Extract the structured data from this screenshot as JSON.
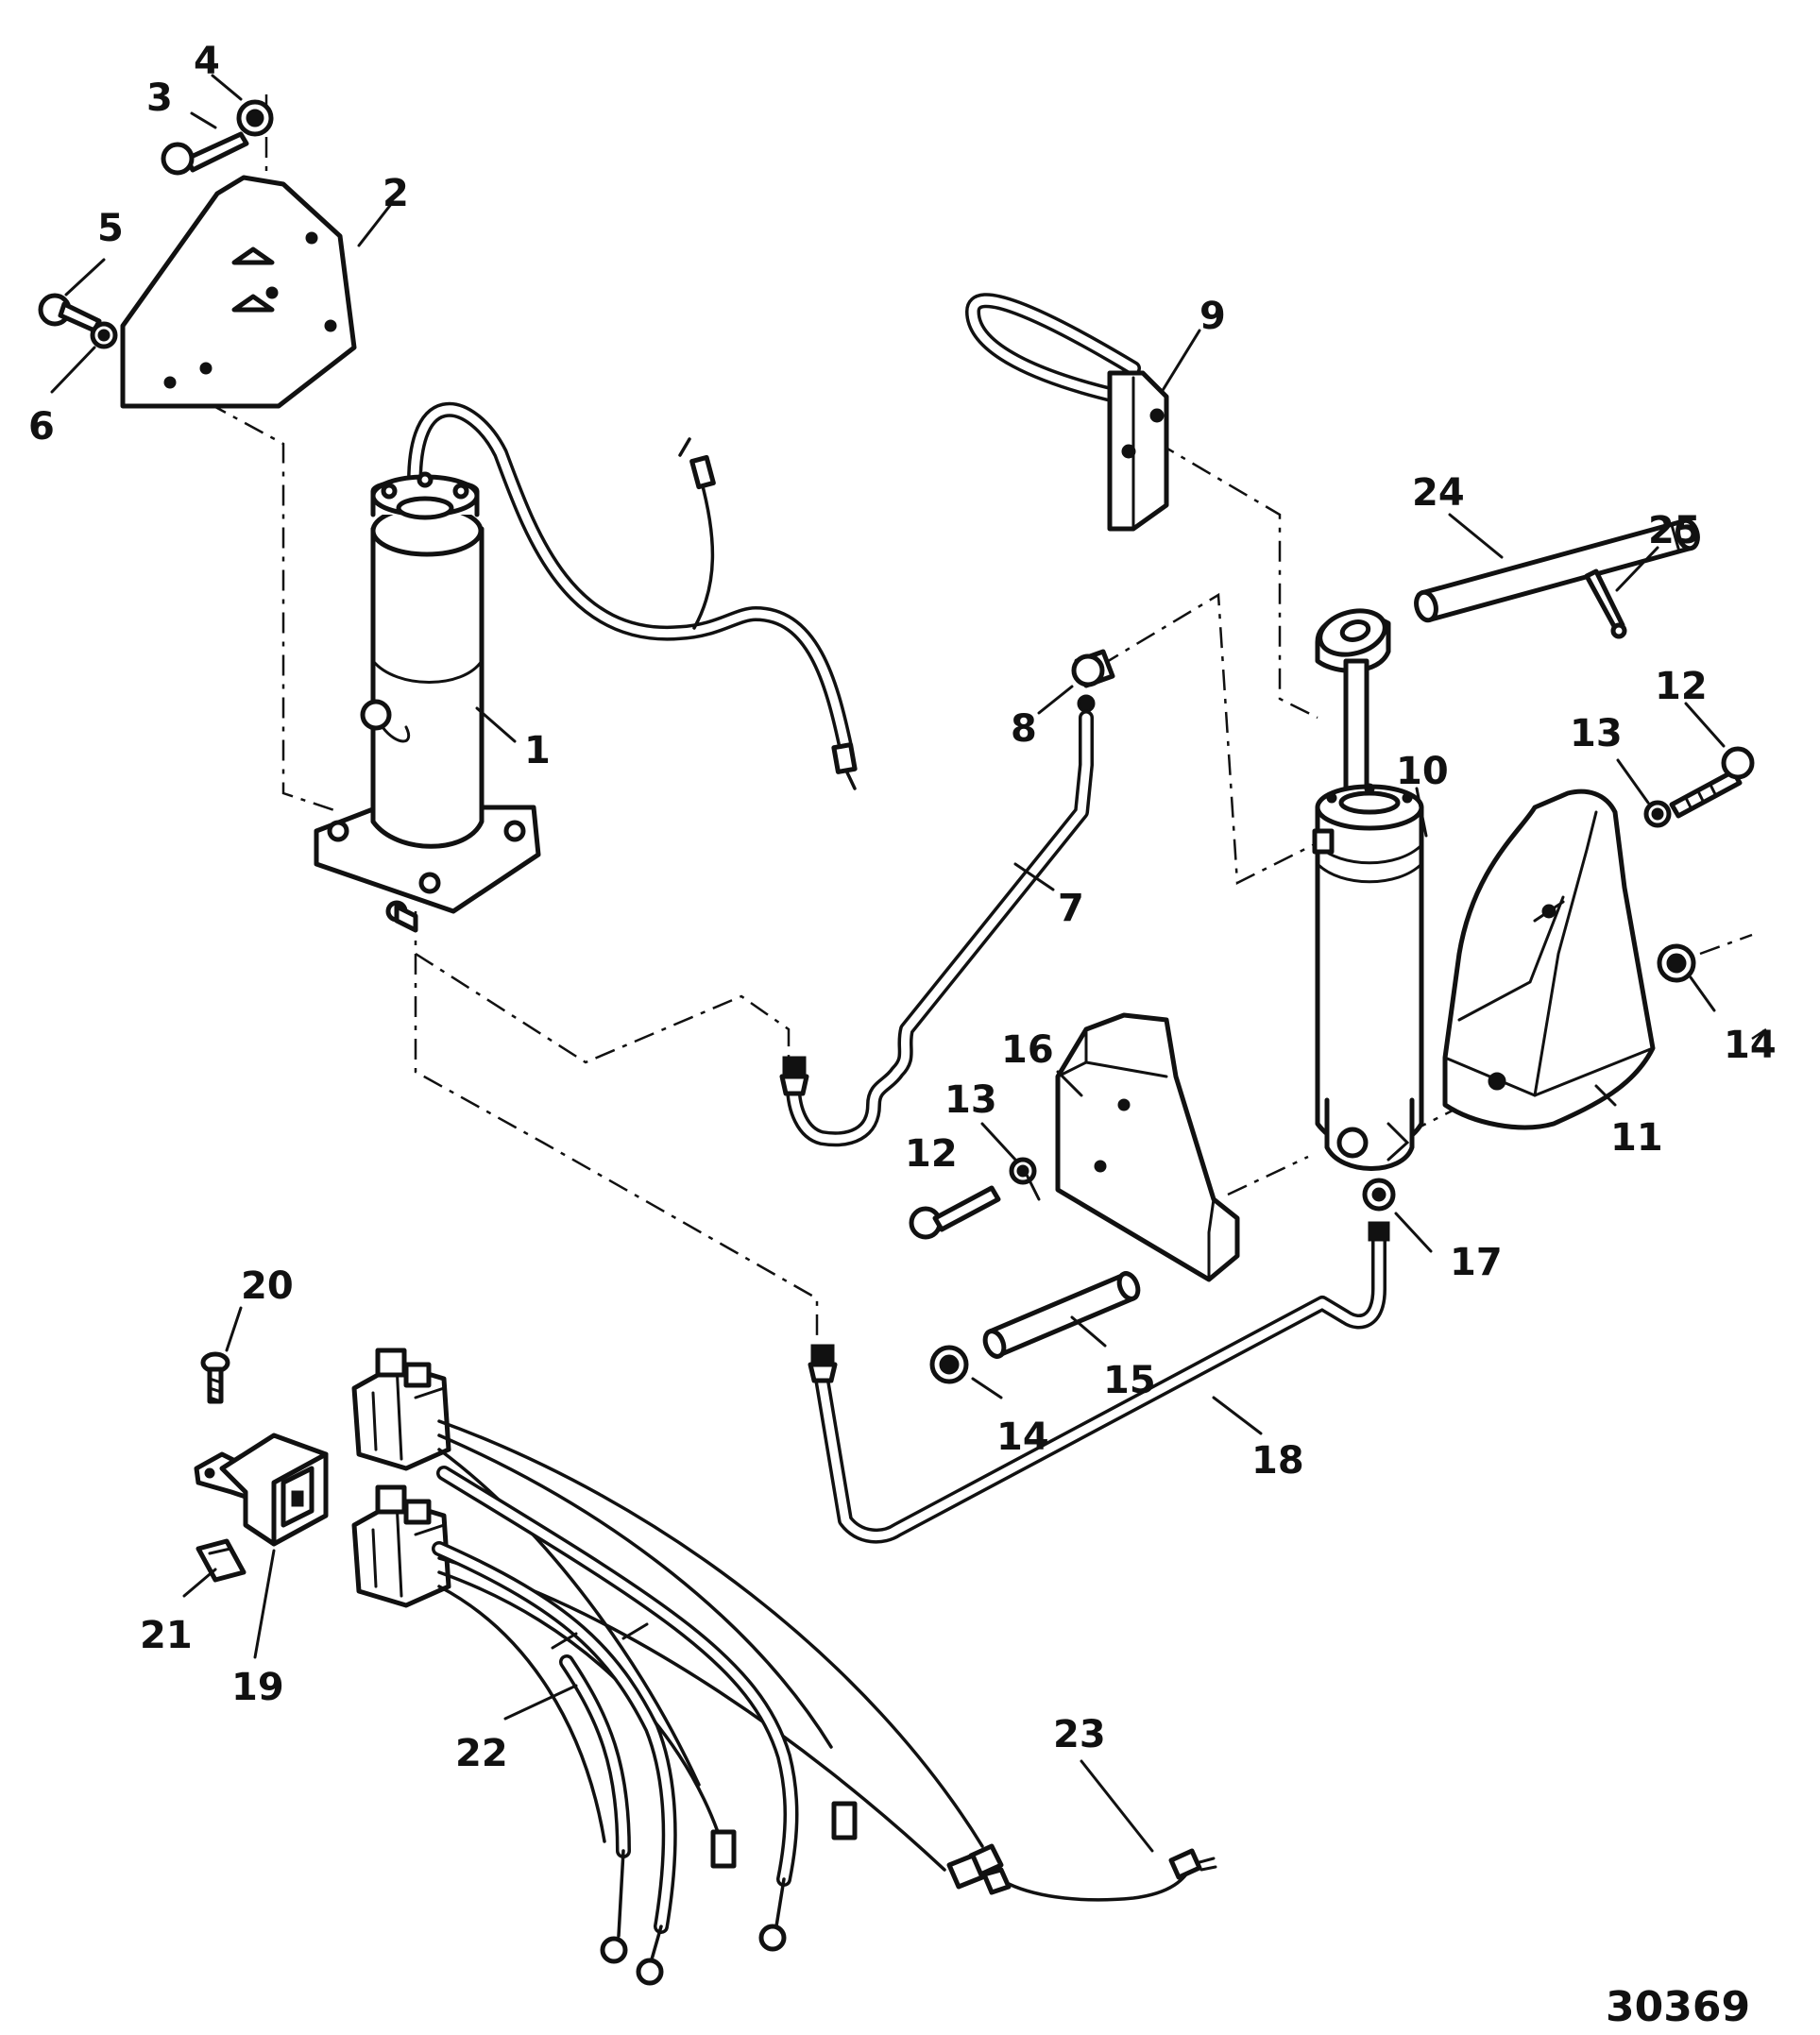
{
  "diagram": {
    "reference_number": "30369",
    "callouts": [
      {
        "id": "c1",
        "label": "1"
      },
      {
        "id": "c2",
        "label": "2"
      },
      {
        "id": "c3",
        "label": "3"
      },
      {
        "id": "c4",
        "label": "4"
      },
      {
        "id": "c5",
        "label": "5"
      },
      {
        "id": "c6",
        "label": "6"
      },
      {
        "id": "c7",
        "label": "7"
      },
      {
        "id": "c8",
        "label": "8"
      },
      {
        "id": "c9",
        "label": "9"
      },
      {
        "id": "c10",
        "label": "10"
      },
      {
        "id": "c11",
        "label": "11"
      },
      {
        "id": "c12a",
        "label": "12"
      },
      {
        "id": "c12b",
        "label": "12"
      },
      {
        "id": "c13a",
        "label": "13"
      },
      {
        "id": "c13b",
        "label": "13"
      },
      {
        "id": "c14a",
        "label": "14"
      },
      {
        "id": "c14b",
        "label": "14"
      },
      {
        "id": "c15",
        "label": "15"
      },
      {
        "id": "c16",
        "label": "16"
      },
      {
        "id": "c17",
        "label": "17"
      },
      {
        "id": "c18",
        "label": "18"
      },
      {
        "id": "c19",
        "label": "19"
      },
      {
        "id": "c20",
        "label": "20"
      },
      {
        "id": "c21",
        "label": "21"
      },
      {
        "id": "c22",
        "label": "22"
      },
      {
        "id": "c23",
        "label": "23"
      },
      {
        "id": "c24",
        "label": "24"
      },
      {
        "id": "c25",
        "label": "25"
      }
    ]
  }
}
